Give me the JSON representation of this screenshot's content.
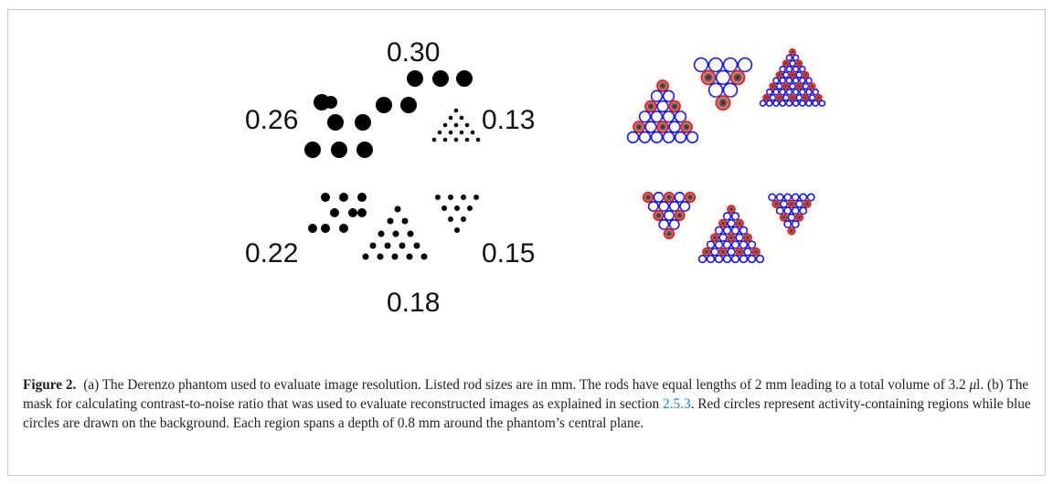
{
  "figure": {
    "labels": {
      "top": "0.30",
      "left_upper": "0.26",
      "right_upper": "0.13",
      "left_lower": "0.22",
      "right_lower": "0.15",
      "bottom": "0.18"
    },
    "caption": {
      "fig_label": "Figure 2.",
      "part1": "(a) The Derenzo phantom used to evaluate image resolution. Listed rod sizes are in mm. The rods have equal lengths of 2 mm leading to a total volume of 3.2 ",
      "mu": "μ",
      "part2": "l. (b) The mask for calculating contrast-to-noise ratio that was used to evaluate reconstructed images as explained in section ",
      "section_ref": "2.5.3",
      "part3": ". Red circles represent activity-containing regions while blue circles are drawn on the background. Each region spans a depth of 0.8 mm around the phantom’s central plane."
    }
  },
  "colors": {
    "rod": "#000000",
    "activity_ring": "#d42020",
    "background_ring": "#1a1ad8",
    "ref_link": "#1a86c8"
  }
}
